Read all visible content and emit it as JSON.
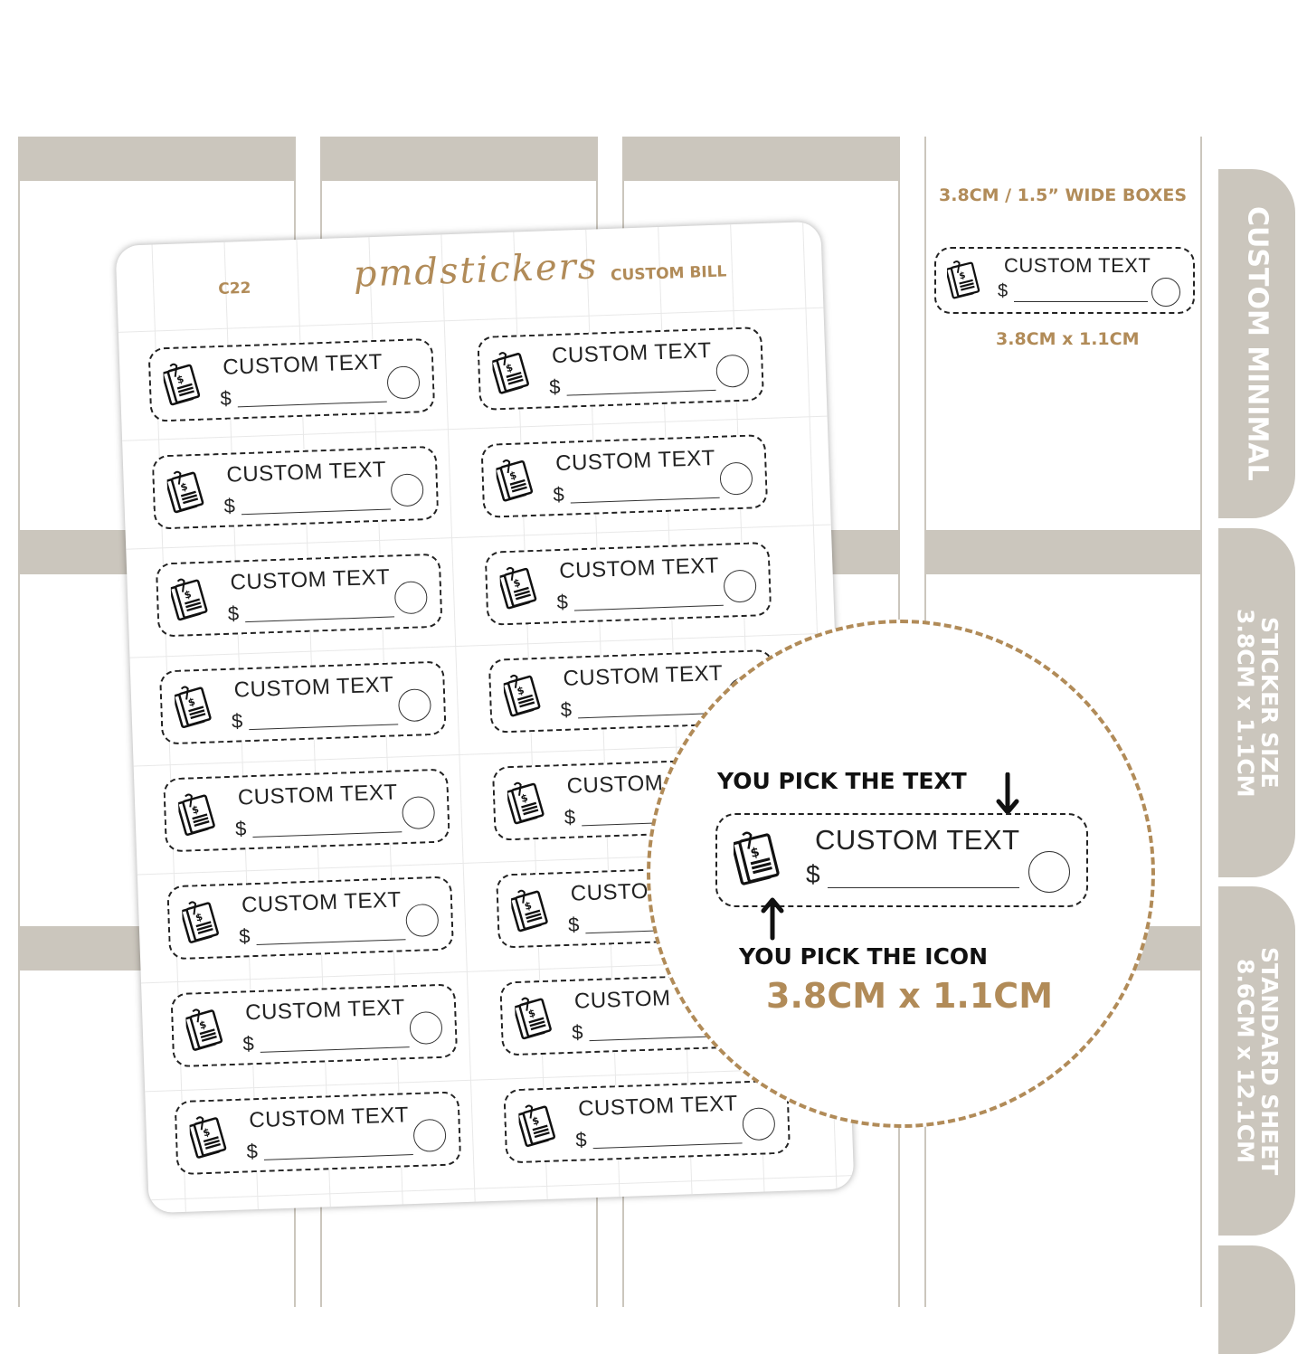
{
  "colors": {
    "band": "#cbc6bd",
    "accent": "#b18b58",
    "ink": "#222222"
  },
  "sheet": {
    "code": "C22",
    "brand": "pmdstickers",
    "name": "CUSTOM BILL",
    "sticker_title": "CUSTOM TEXT",
    "sticker_currency": "$",
    "sticker_icon": "bill-icon"
  },
  "preview": {
    "heading": "3.8CM / 1.5” WIDE BOXES",
    "sticker_title": "CUSTOM TEXT",
    "sticker_currency": "$",
    "size": "3.8CM x 1.1CM"
  },
  "tabs": {
    "tab1": "CUSTOM MINIMAL",
    "tab2_line1": "STICKER SIZE",
    "tab2_line2": "3.8CM x 1.1CM",
    "tab3_line1": "STANDARD SHEET",
    "tab3_line2": "8.6CM x 12.1CM"
  },
  "callout": {
    "pick_text": "YOU PICK THE TEXT",
    "pick_icon": "YOU PICK THE ICON",
    "sticker_title": "CUSTOM TEXT",
    "sticker_currency": "$",
    "size": "3.8CM x 1.1CM"
  }
}
